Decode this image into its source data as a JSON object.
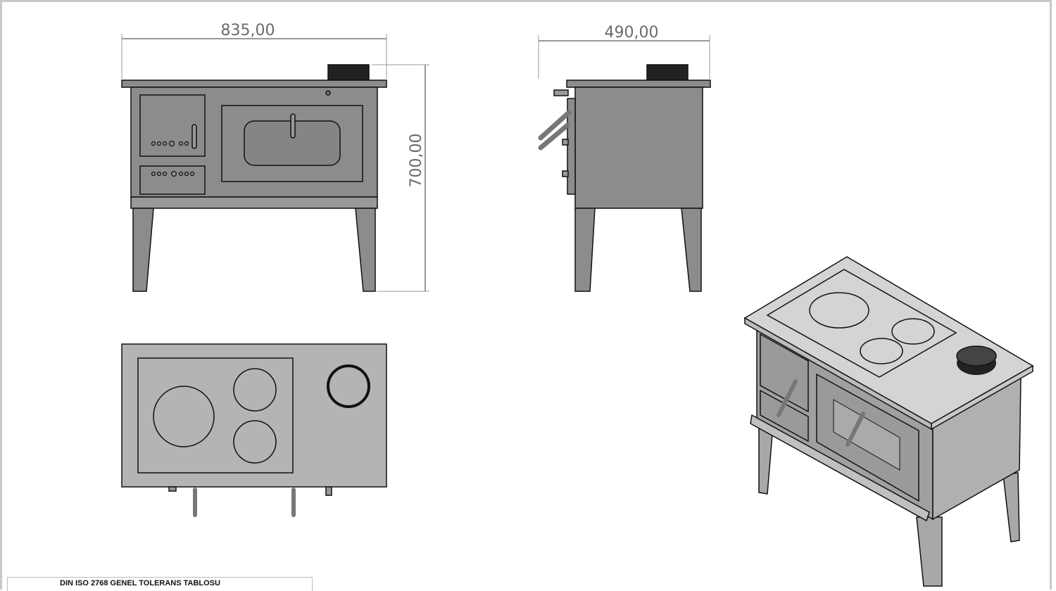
{
  "dimensions": {
    "width": "835,00",
    "depth": "490,00",
    "height": "700,00"
  },
  "title_block": {
    "tolerance_table": "DIN ISO 2768 GENEL TOLERANS TABLOSU"
  },
  "colors": {
    "body": "#8c8c8c",
    "top": "#b4b4b4",
    "iso_top": "#d4d4d4",
    "iso_side": "#b0b0b0",
    "line": "#111111",
    "dim": "#6b6b6b"
  }
}
